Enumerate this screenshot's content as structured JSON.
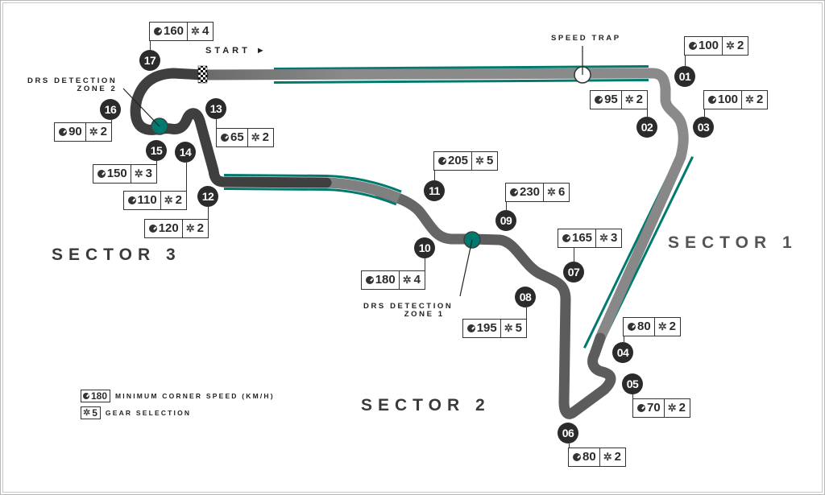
{
  "map": {
    "sectors": [
      {
        "label": "SECTOR 1"
      },
      {
        "label": "SECTOR 2"
      },
      {
        "label": "SECTOR 3"
      }
    ],
    "annotations": {
      "start": "START",
      "start_arrow": "►",
      "speed_trap": "SPEED TRAP",
      "drs_zone_1_line1": "DRS DETECTION",
      "drs_zone_1_line2": "ZONE 1",
      "drs_zone_2_line1": "DRS DETECTION",
      "drs_zone_2_line2": "ZONE 2"
    },
    "icons": {
      "speed": "speedometer-icon",
      "gear": "gear-icon",
      "gear_glyph": "✲"
    },
    "colors": {
      "track_dark": "#3f3f3f",
      "track_light": "#888888",
      "drs_zone": "#007a6e",
      "turn_marker": "#2b2b2b"
    },
    "turns": [
      {
        "number": "01",
        "speed": "100",
        "gear": "2"
      },
      {
        "number": "02",
        "speed": "95",
        "gear": "2"
      },
      {
        "number": "03",
        "speed": "100",
        "gear": "2"
      },
      {
        "number": "04",
        "speed": "80",
        "gear": "2"
      },
      {
        "number": "05",
        "speed": "70",
        "gear": "2"
      },
      {
        "number": "06",
        "speed": "80",
        "gear": "2"
      },
      {
        "number": "07",
        "speed": "165",
        "gear": "3"
      },
      {
        "number": "08",
        "speed": "195",
        "gear": "5"
      },
      {
        "number": "09",
        "speed": "230",
        "gear": "6"
      },
      {
        "number": "10",
        "speed": "180",
        "gear": "4"
      },
      {
        "number": "11",
        "speed": "205",
        "gear": "5"
      },
      {
        "number": "12",
        "speed": "120",
        "gear": "2"
      },
      {
        "number": "13",
        "speed": "65",
        "gear": "2"
      },
      {
        "number": "14",
        "speed": "110",
        "gear": "2"
      },
      {
        "number": "15",
        "speed": "150",
        "gear": "3"
      },
      {
        "number": "16",
        "speed": "90",
        "gear": "2"
      },
      {
        "number": "17",
        "speed": "160",
        "gear": "4"
      }
    ],
    "legend": {
      "speed_example": "180",
      "speed_label": "MINIMUM CORNER SPEED (KM/H)",
      "gear_example": "5",
      "gear_label": "GEAR SELECTION"
    }
  }
}
